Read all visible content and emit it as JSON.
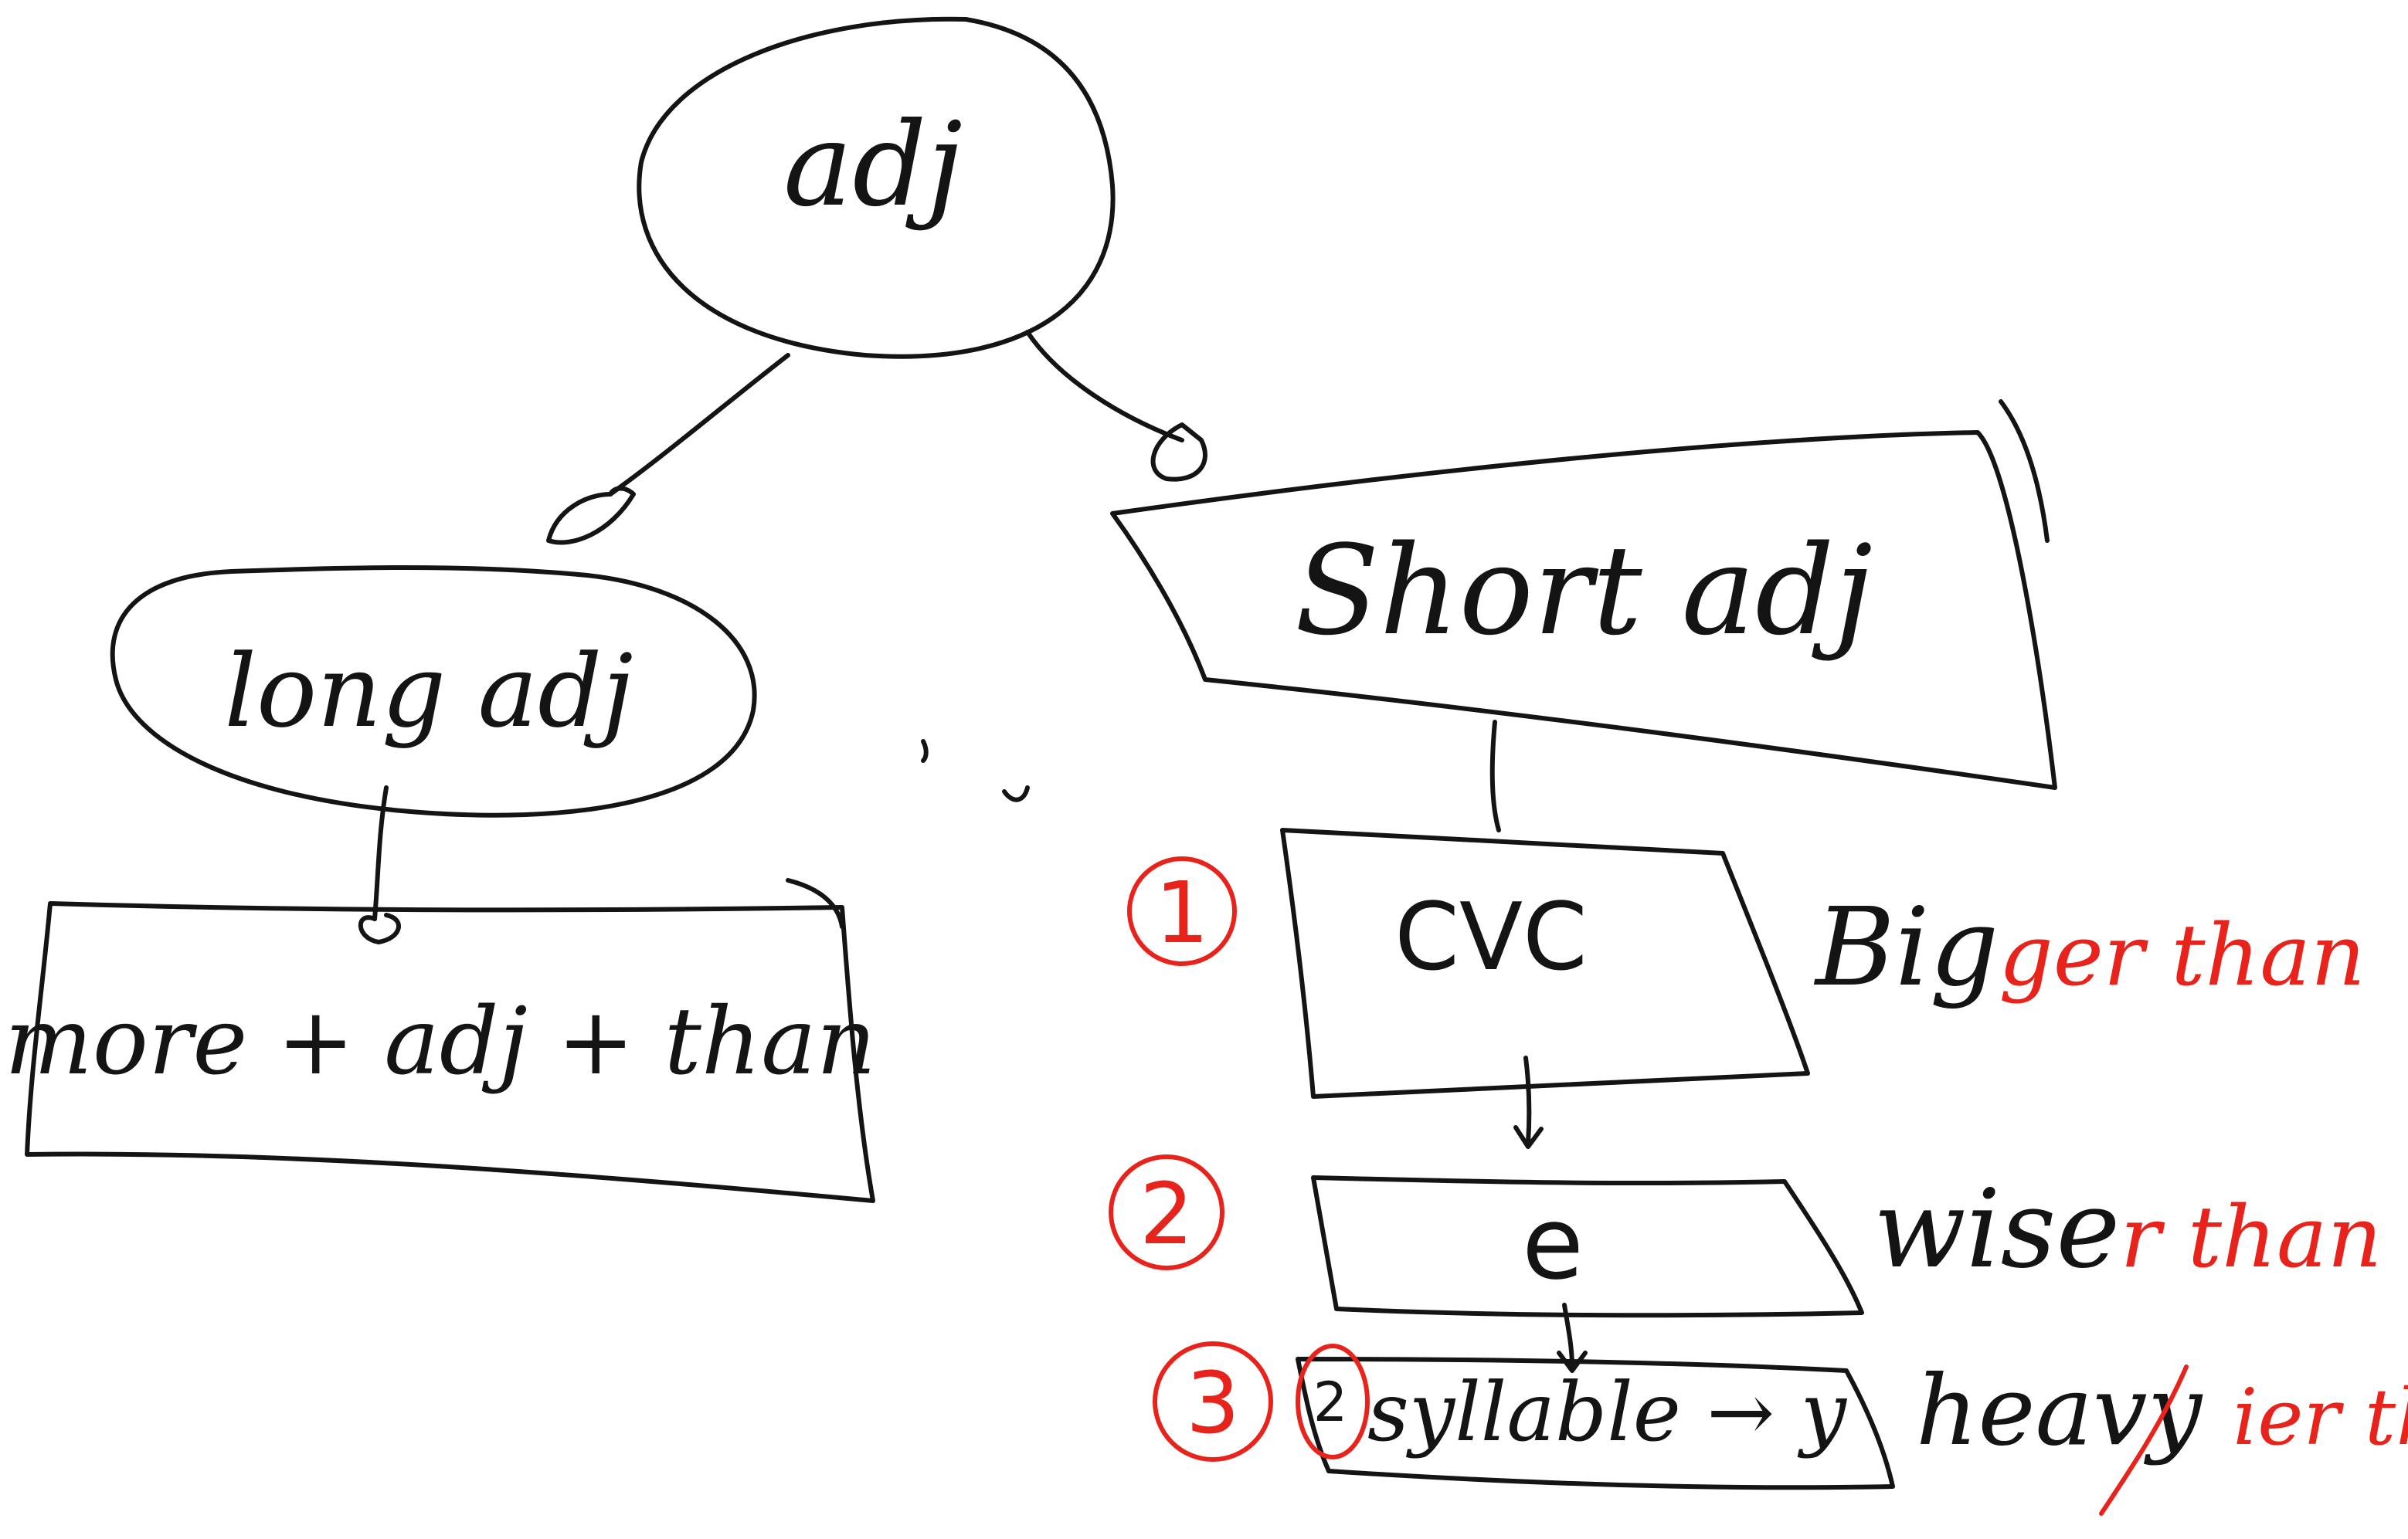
{
  "colors": {
    "ink": "#141414",
    "correction": "#e8231c",
    "background": "#ffffff"
  },
  "nodes": {
    "root": {
      "label": "adj"
    },
    "long": {
      "label": "long adj"
    },
    "long_rule": {
      "label": "more + adj + than"
    },
    "short": {
      "label": "Short adj"
    },
    "rule1": {
      "number": "1",
      "label": "CVC",
      "example_base": "Big",
      "example_suffix": "ger than"
    },
    "rule2": {
      "number": "2",
      "label": "e",
      "example_base": "wise",
      "example_suffix": "r than"
    },
    "rule3": {
      "number": "3",
      "label": "syllable → y",
      "syllable_count": "2",
      "example_base": "heavy",
      "example_suffix": "ier than"
    }
  }
}
